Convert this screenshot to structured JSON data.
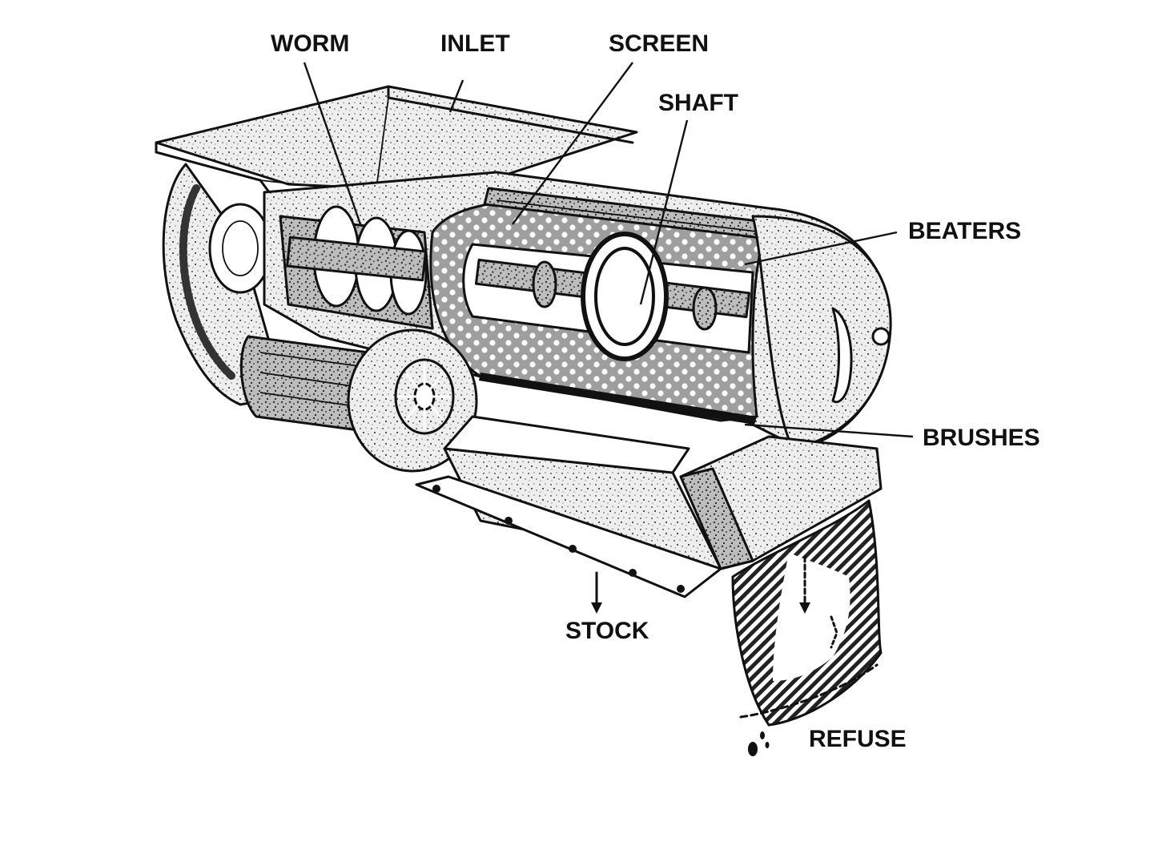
{
  "labels": {
    "worm": "WORM",
    "inlet": "INLET",
    "screen": "SCREEN",
    "shaft": "SHAFT",
    "beaters": "BEATERS",
    "brushes": "BRUSHES",
    "stock": "STOCK",
    "refuse": "REFUSE"
  },
  "colors": {
    "ink": "#111111",
    "background": "#ffffff"
  }
}
